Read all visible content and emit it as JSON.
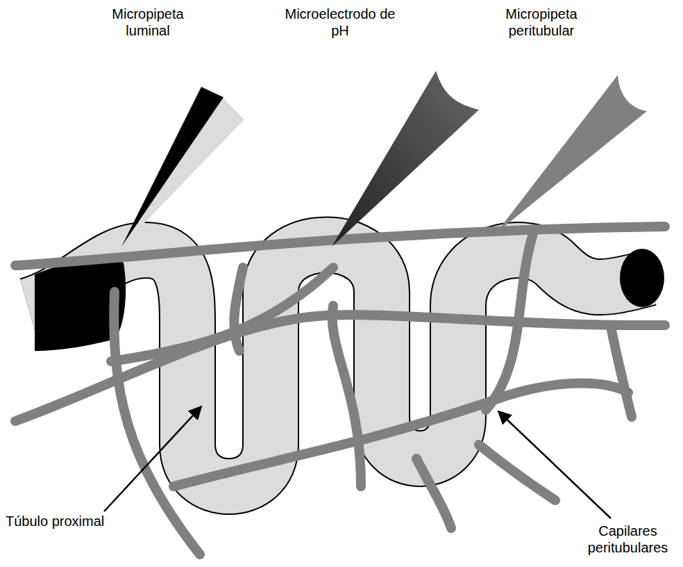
{
  "diagram": {
    "labels": [
      "Micropipeta luminal",
      "Microelectrodo de pH",
      "Micropipeta peritubular",
      "Túbulo proximal",
      "Capilares peritubulares"
    ]
  }
}
